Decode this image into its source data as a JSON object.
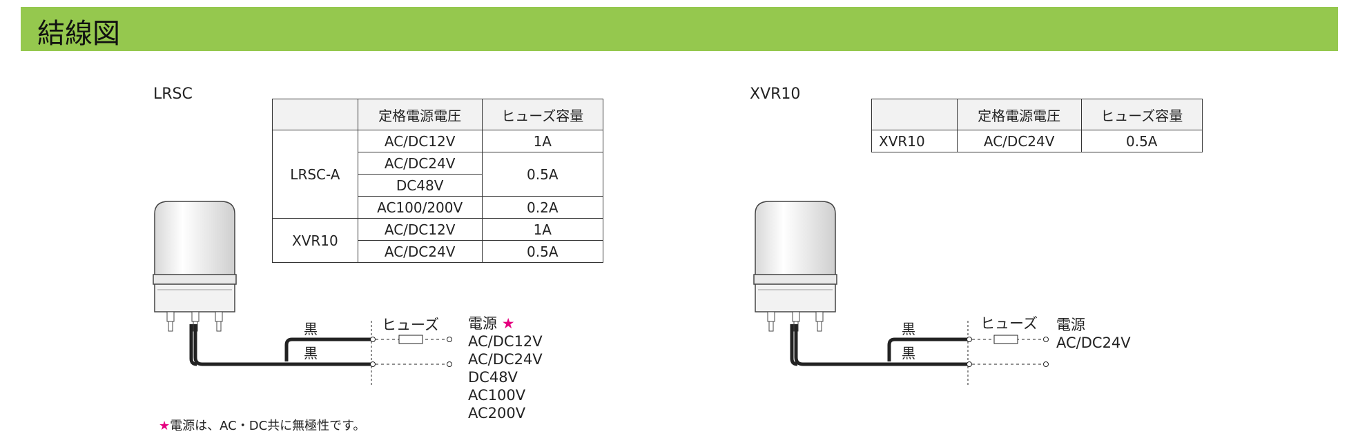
{
  "header": {
    "title": "結線図"
  },
  "left": {
    "section_label": "LRSC",
    "table": {
      "headers": [
        "",
        "定格電源電圧",
        "ヒューズ容量"
      ],
      "groups": [
        {
          "model": "LRSC-A",
          "rows": [
            {
              "voltage": "AC/DC12V",
              "fuse": "1A"
            },
            {
              "voltage": "AC/DC24V",
              "fuse": "0.5A"
            },
            {
              "voltage": "DC48V",
              "fuse": "0.5A"
            },
            {
              "voltage": "AC100/200V",
              "fuse": "0.2A"
            }
          ]
        },
        {
          "model": "XVR10",
          "rows": [
            {
              "voltage": "AC/DC12V",
              "fuse": "1A"
            },
            {
              "voltage": "AC/DC24V",
              "fuse": "0.5A"
            }
          ]
        }
      ]
    },
    "wire_labels": [
      "黒",
      "黒"
    ],
    "fuse_label": "ヒューズ",
    "power": {
      "title": "電源",
      "star": "★",
      "options": [
        "AC/DC12V",
        "AC/DC24V",
        "DC48V",
        "AC100V",
        "AC200V"
      ]
    },
    "note": {
      "star": "★",
      "text": "電源は、AC・DC共に無極性です。"
    }
  },
  "right": {
    "section_label": "XVR10",
    "table": {
      "headers": [
        "",
        "定格電源電圧",
        "ヒューズ容量"
      ],
      "rows": [
        {
          "model": "XVR10",
          "voltage": "AC/DC24V",
          "fuse": "0.5A"
        }
      ]
    },
    "wire_labels": [
      "黒",
      "黒"
    ],
    "fuse_label": "ヒューズ",
    "power": {
      "title": "電源",
      "options": [
        "AC/DC24V"
      ]
    }
  },
  "colors": {
    "header_bar": "#95c84e",
    "star": "#e5007f",
    "wire": "#222222"
  },
  "icons": [
    "signal-light-icon",
    "fuse-icon",
    "terminal-icon"
  ]
}
